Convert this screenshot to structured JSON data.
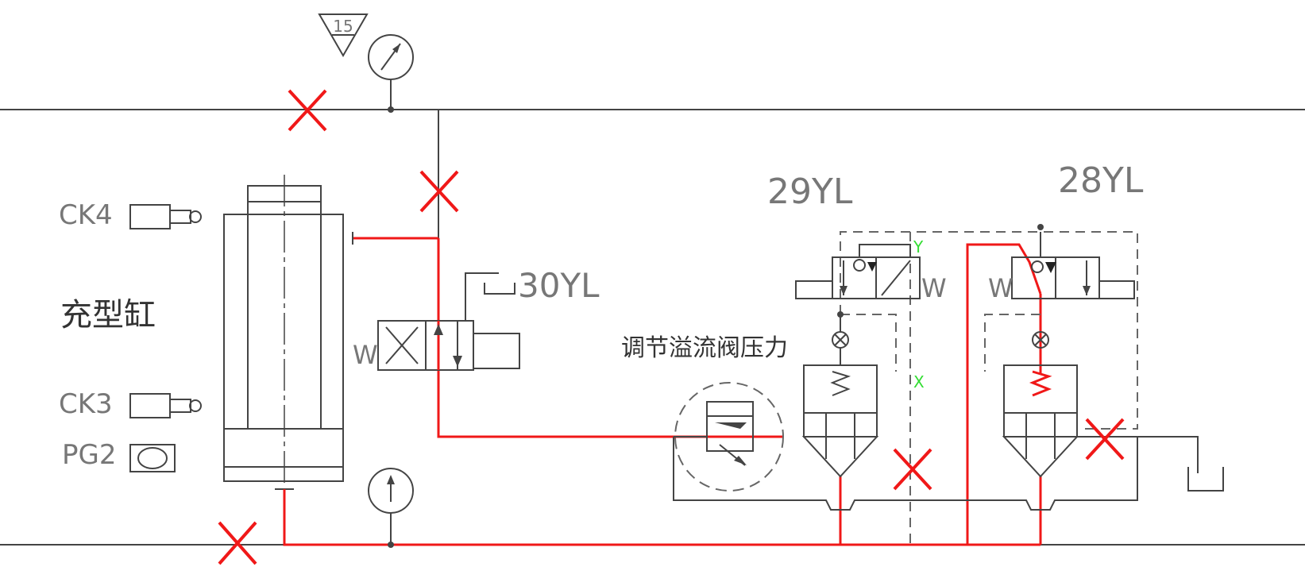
{
  "labels": {
    "ck4": "CK4",
    "ck3": "CK3",
    "pg2": "PG2",
    "cylinder": "充型缸",
    "valve_30": "30YL",
    "valve_29": "29YL",
    "valve_28": "28YL",
    "relief_note": "调节溢流阀压力",
    "port_y": "Y",
    "port_x": "X",
    "triangle_mark": "15",
    "spring_w_30": "W",
    "spring_w_29": "W",
    "spring_w_28": "W"
  },
  "colors": {
    "active_line": "#f01818",
    "inactive_line": "#444444",
    "pilot_label": "#33dd33"
  }
}
